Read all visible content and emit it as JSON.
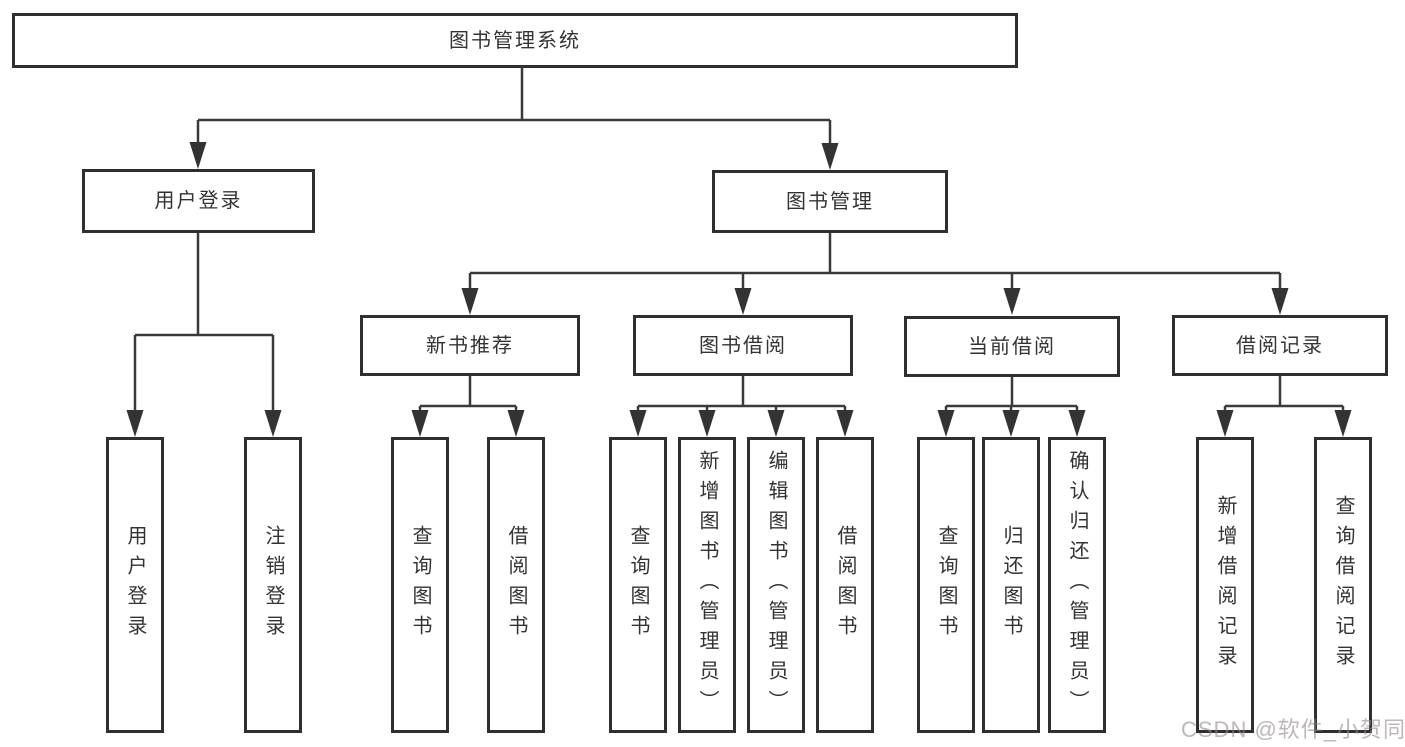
{
  "diagram": {
    "root": {
      "label": "图书管理系统"
    },
    "branches": [
      {
        "label": "用户登录",
        "children": [
          {
            "label": "用户登录"
          },
          {
            "label": "注销登录"
          }
        ]
      },
      {
        "label": "图书管理",
        "children": [
          {
            "label": "新书推荐",
            "children": [
              {
                "label": "查询图书"
              },
              {
                "label": "借阅图书"
              }
            ]
          },
          {
            "label": "图书借阅",
            "children": [
              {
                "label": "查询图书"
              },
              {
                "label": "新增图书（管理员）"
              },
              {
                "label": "编辑图书（管理员）"
              },
              {
                "label": "借阅图书"
              }
            ]
          },
          {
            "label": "当前借阅",
            "children": [
              {
                "label": "查询图书"
              },
              {
                "label": "归还图书"
              },
              {
                "label": "确认归还（管理员）"
              }
            ]
          },
          {
            "label": "借阅记录",
            "children": [
              {
                "label": "新增借阅记录"
              },
              {
                "label": "查询借阅记录"
              }
            ]
          }
        ]
      }
    ]
  },
  "watermark": {
    "text": "CSDN @软件_小贺同学"
  },
  "colors": {
    "line": "#3a3a3a",
    "box_border": "#2f2f2f",
    "text": "#333333",
    "watermark": "#948a8a"
  }
}
